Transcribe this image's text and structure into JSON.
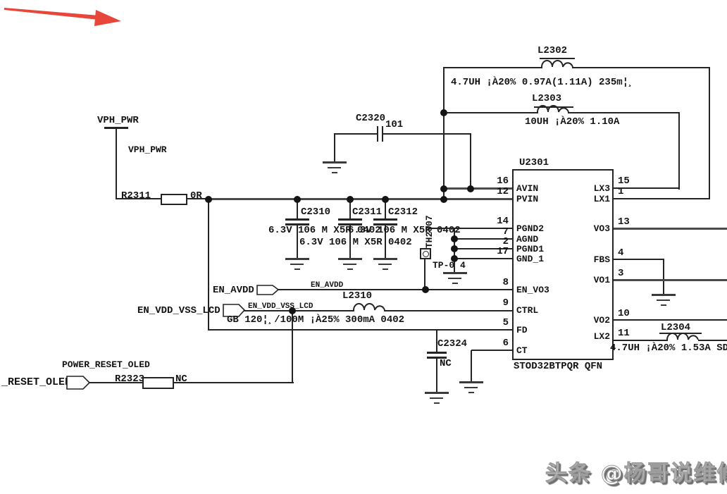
{
  "colors": {
    "wire": "#242424",
    "bus": "#4a4a4a",
    "arrow_red": "#e8463a"
  },
  "power_flag": {
    "name": "VPH_PWR",
    "net_label": "VPH_PWR"
  },
  "r2311": {
    "ref": "R2311",
    "value": "0R"
  },
  "c2320": {
    "ref": "C2320",
    "value": "101"
  },
  "l2302": {
    "ref": "L2302",
    "value": "4.7UH ¡À20% 0.97A(1.11A) 235m¦¸"
  },
  "l2303": {
    "ref": "L2303",
    "value": "10UH ¡À20% 1.10A"
  },
  "caps": {
    "c2310": "C2310",
    "c2311": "C2311",
    "c2312": "C2312",
    "value_row1a": "6.3V 106 M X5R 0402",
    "value_row1b": "6.3V 106 M X5R 0402",
    "value_row2": "6.3V 106 M X5R 0402"
  },
  "th2307": {
    "ref": "TH2307",
    "tp_label": "TP-0 4"
  },
  "en_avdd": {
    "port": "EN_AVDD",
    "net": "EN_AVDD"
  },
  "en_vdd_vss_lcd": {
    "port": "EN_VDD_VSS_LCD",
    "net": "EN_VDD_VSS_LCD"
  },
  "l2310": {
    "ref": "L2310",
    "value": "GB 120¦¸/100M ¡À25% 300mA 0402"
  },
  "c2324": {
    "ref": "C2324",
    "value": "NC"
  },
  "l2304": {
    "ref": "L2304",
    "value": "4.7UH ¡À20% 1.53A SD"
  },
  "reset": {
    "port": "_RESET_OLED",
    "net": "POWER_RESET_OLED",
    "ref": "R2323",
    "value": "NC"
  },
  "ic": {
    "ref": "U2301",
    "part": "STOD32BTPQR QFN",
    "left_pins": [
      {
        "num": "16",
        "name": "AVIN"
      },
      {
        "num": "12",
        "name": "PVIN"
      },
      {
        "num": "14",
        "name": "PGND2"
      },
      {
        "num": "7",
        "name": "AGND"
      },
      {
        "num": "2",
        "name": "PGND1"
      },
      {
        "num": "17",
        "name": "GND_1"
      },
      {
        "num": "8",
        "name": "EN_VO3"
      },
      {
        "num": "9",
        "name": "CTRL"
      },
      {
        "num": "5",
        "name": "FD"
      },
      {
        "num": "6",
        "name": "CT"
      }
    ],
    "right_pins": [
      {
        "num": "15",
        "name": "LX3"
      },
      {
        "num": "1",
        "name": "LX1"
      },
      {
        "num": "13",
        "name": "VO3"
      },
      {
        "num": "4",
        "name": "FBS"
      },
      {
        "num": "3",
        "name": "VO1"
      },
      {
        "num": "10",
        "name": "VO2"
      },
      {
        "num": "11",
        "name": "LX2"
      }
    ]
  },
  "watermark": "头条 @杨哥说维修"
}
